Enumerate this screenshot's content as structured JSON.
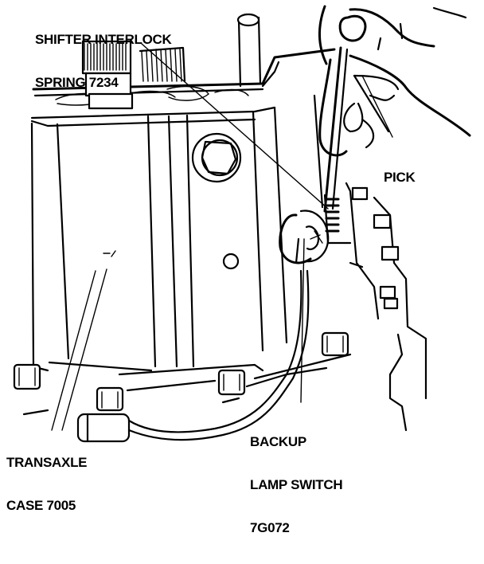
{
  "diagram": {
    "title": "Shifter interlock spring removal with pick",
    "ink_color": "#000000",
    "background_color": "#ffffff",
    "callouts": [
      {
        "id": "shifter-interlock-spring",
        "lines": [
          "SHIFTER INTERLOCK",
          "SPRING 7234"
        ]
      },
      {
        "id": "pick",
        "lines": [
          "PICK"
        ]
      },
      {
        "id": "transaxle-case",
        "lines": [
          "TRANSAXLE",
          "CASE 7005"
        ]
      },
      {
        "id": "backup-lamp-switch",
        "lines": [
          "BACKUP",
          "LAMP SWITCH",
          "7G072"
        ]
      }
    ]
  }
}
